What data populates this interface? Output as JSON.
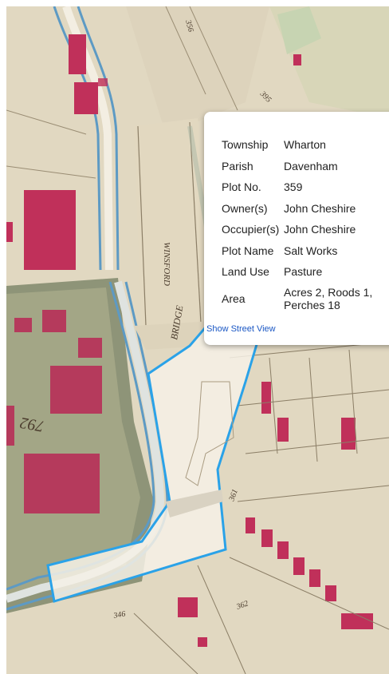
{
  "popup": {
    "rows": [
      {
        "label": "Township",
        "value": "Wharton"
      },
      {
        "label": "Parish",
        "value": "Davenham"
      },
      {
        "label": "Plot No.",
        "value": "359"
      },
      {
        "label": "Owner(s)",
        "value": "John Cheshire"
      },
      {
        "label": "Occupier(s)",
        "value": "John Cheshire"
      },
      {
        "label": "Plot Name",
        "value": "Salt Works"
      },
      {
        "label": "Land Use",
        "value": "Pasture"
      },
      {
        "label": "Area",
        "value": "Acres 2, Roods 1, Perches 18"
      }
    ],
    "street_view_link": "Show Street View"
  },
  "map": {
    "labels": {
      "road_winsford": "WINSFORD",
      "road_bridge": "BRIDGE",
      "plot_792": "792",
      "plot_346": "346",
      "plot_356": "356",
      "plot_361": "361",
      "plot_362": "362",
      "plot_395": "395"
    },
    "colors": {
      "parchment": "#e6dcc6",
      "building_red": "#c0305a",
      "river_green": "#8e9478",
      "canal_blue": "#5d9ac4",
      "highlight_outline": "#2aa2e8",
      "highlight_fill": "#f6f1e6"
    }
  }
}
